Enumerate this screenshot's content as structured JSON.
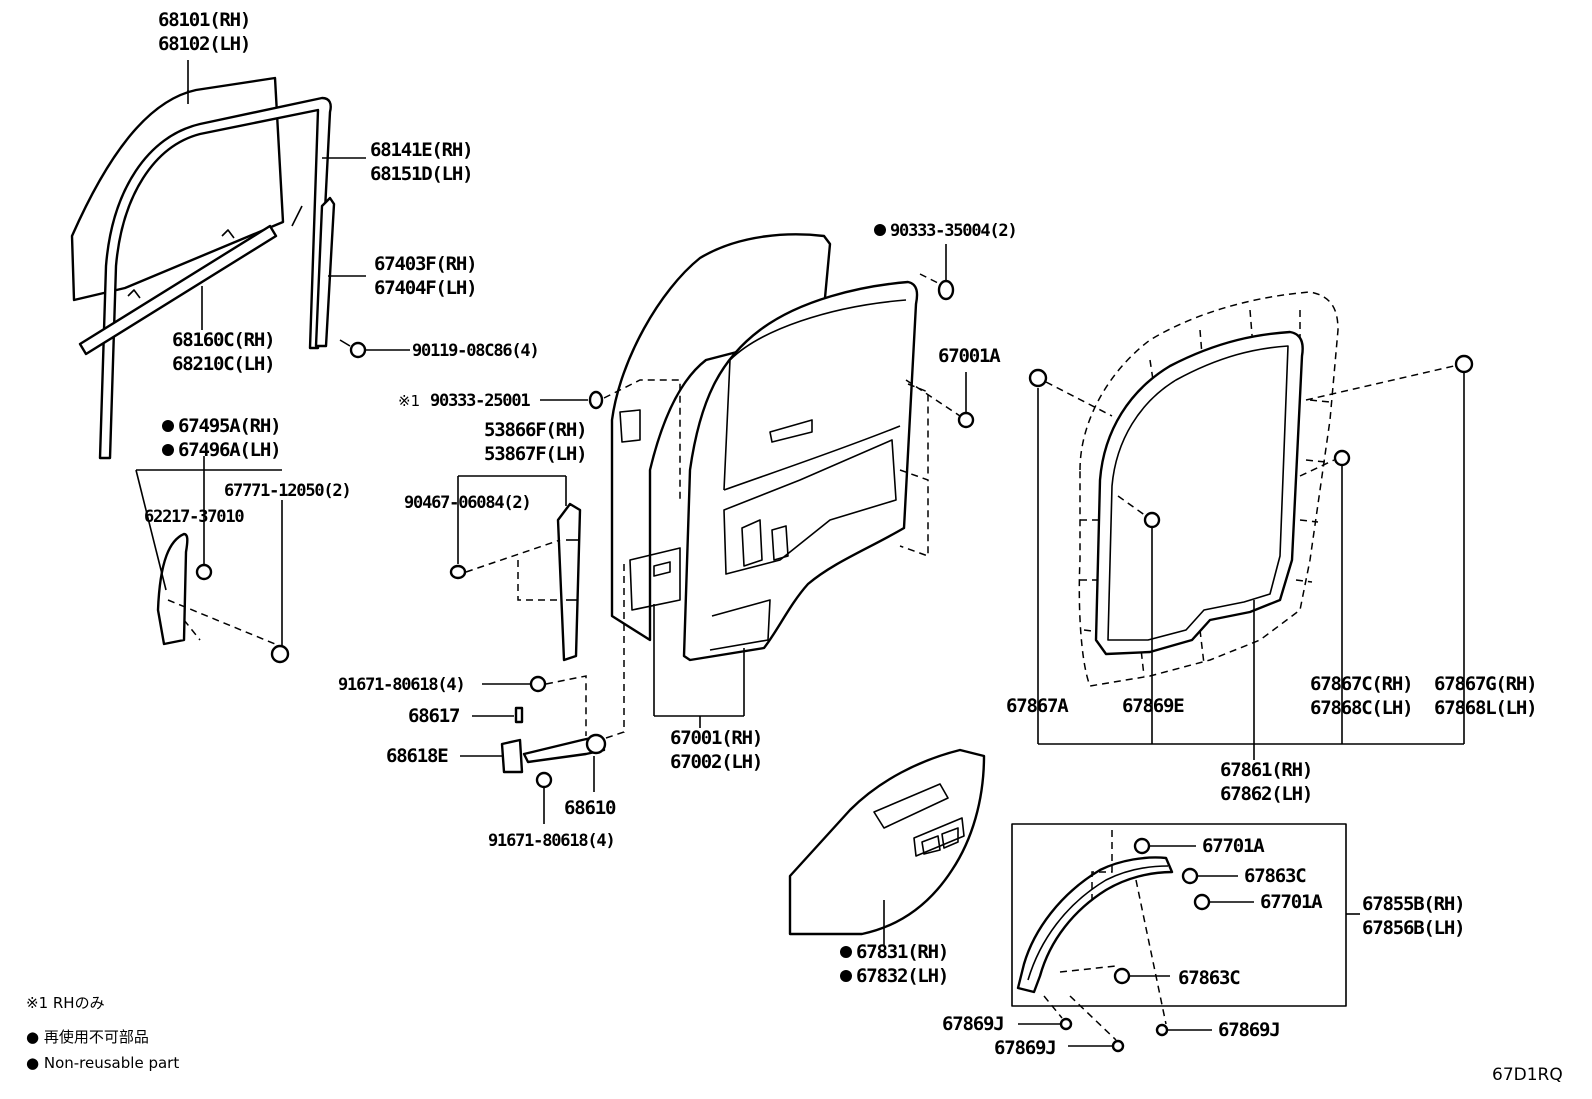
{
  "diagram_code": "67D1RQ",
  "labels": {
    "glass_rh": "68101(RH)",
    "glass_lh": "68102(LH)",
    "run_rh": "68141E(RH)",
    "run_lh": "68151D(LH)",
    "channel_rh": "67403F(RH)",
    "channel_lh": "67404F(LH)",
    "screw_90119": "90119-08C86(4)",
    "weatherstrip_rh": "68160C(RH)",
    "weatherstrip_lh": "68210C(LH)",
    "plug_90333_35004": "90333-35004(2)",
    "door_67001a": "67001A",
    "plug_90333_25001": "90333-25001",
    "rh_only_mark": "※1",
    "garnish_rh": "53866F(RH)",
    "garnish_lh": "53867F(LH)",
    "grommet_90467": "90467-06084(2)",
    "seal_rh": "67495A(RH)",
    "seal_lh": "67496A(LH)",
    "clip_67771": "67771-12050(2)",
    "clip_62217": "62217-37010",
    "bolt_91671_a": "91671-80618(4)",
    "pin_68617": "68617",
    "bracket_68618e": "68618E",
    "check_68610": "68610",
    "bolt_91671_b": "91671-80618(4)",
    "door_rh": "67001(RH)",
    "door_lh": "67002(LH)",
    "clip_67867a": "67867A",
    "clip_67869e": "67869E",
    "clip_67867c": "67867C(RH)",
    "clip_67868c": "67868C(LH)",
    "clip_67867g": "67867G(RH)",
    "clip_67868l": "67868L(LH)",
    "wstrip_rh": "67861(RH)",
    "wstrip_lh": "67862(LH)",
    "trim_rh": "67831(RH)",
    "trim_lh": "67832(LH)",
    "clip_67701a_1": "67701A",
    "clip_67863c_1": "67863C",
    "clip_67701a_2": "67701A",
    "clip_67863c_2": "67863C",
    "pocket_rh": "67855B(RH)",
    "pocket_lh": "67856B(LH)",
    "clip_67869j_1": "67869J",
    "clip_67869j_2": "67869J",
    "clip_67869j_3": "67869J"
  },
  "legend": {
    "rh_only": "※1 RHのみ",
    "non_reusable_ja": "● 再使用不可部品",
    "non_reusable_en": "● Non-reusable part"
  }
}
